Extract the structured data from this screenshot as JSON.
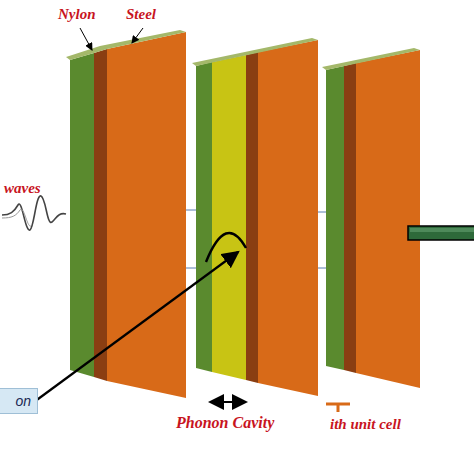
{
  "diagram": {
    "nodes": [
      {
        "text": [
          "on"
        ]
      }
    ],
    "labels": [
      "Nylon",
      "Steel",
      "waves",
      "Phonon Cavity",
      "ith unit cell"
    ]
  }
}
